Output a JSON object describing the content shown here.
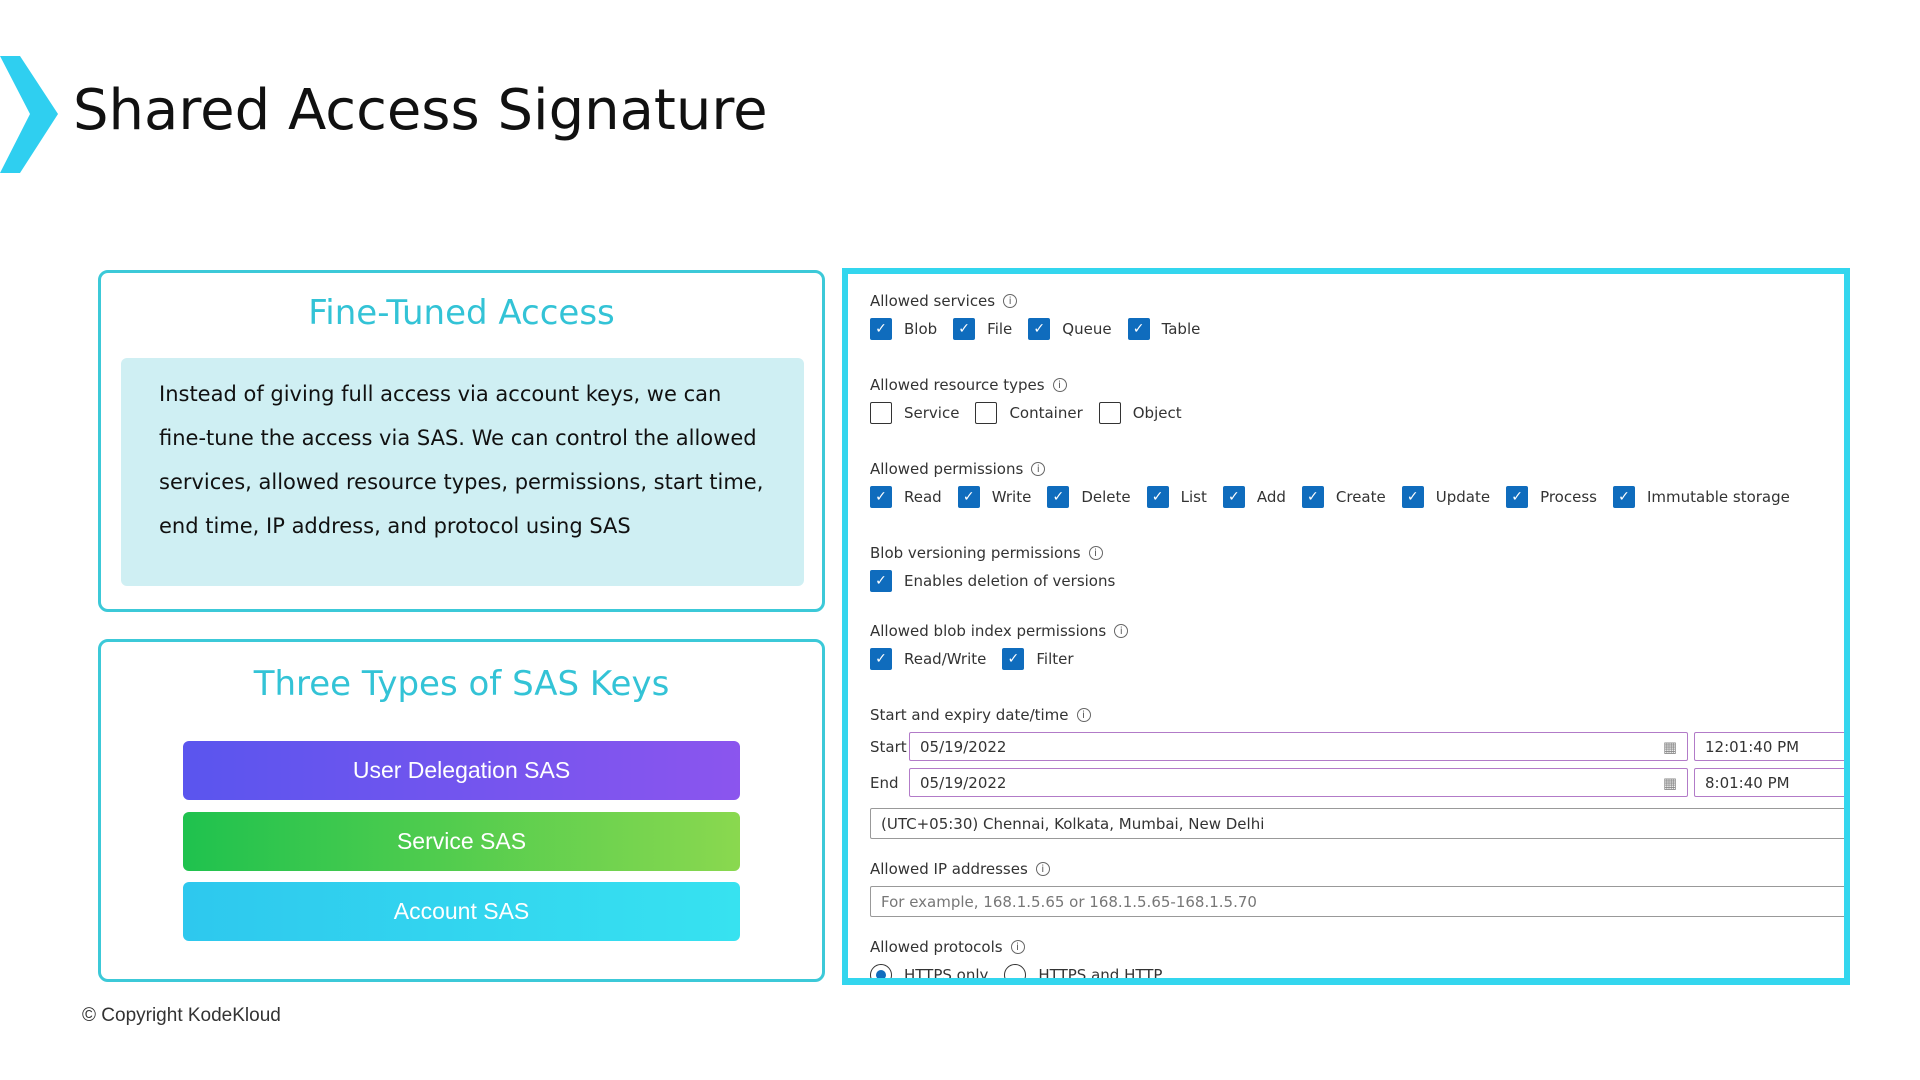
{
  "title": "Shared Access Signature",
  "colors": {
    "accent": "#33c3d6",
    "checkbox": "#0f6cbd"
  },
  "card1": {
    "heading": "Fine-Tuned Access",
    "body": "Instead of giving full access via account keys, we can fine-tune the access via SAS. We can control the allowed services, allowed resource types, permissions, start time, end time, IP address, and protocol using SAS"
  },
  "card2": {
    "heading": "Three Types of SAS Keys",
    "buttons": [
      "User Delegation SAS",
      "Service SAS",
      "Account SAS"
    ]
  },
  "copyright": "© Copyright KodeKloud",
  "form": {
    "services": {
      "label": "Allowed services",
      "options": [
        {
          "label": "Blob",
          "checked": true
        },
        {
          "label": "File",
          "checked": true
        },
        {
          "label": "Queue",
          "checked": true
        },
        {
          "label": "Table",
          "checked": true
        }
      ]
    },
    "resource_types": {
      "label": "Allowed resource types",
      "options": [
        {
          "label": "Service",
          "checked": false
        },
        {
          "label": "Container",
          "checked": false
        },
        {
          "label": "Object",
          "checked": false
        }
      ]
    },
    "permissions": {
      "label": "Allowed permissions",
      "options": [
        {
          "label": "Read",
          "checked": true
        },
        {
          "label": "Write",
          "checked": true
        },
        {
          "label": "Delete",
          "checked": true
        },
        {
          "label": "List",
          "checked": true
        },
        {
          "label": "Add",
          "checked": true
        },
        {
          "label": "Create",
          "checked": true
        },
        {
          "label": "Update",
          "checked": true
        },
        {
          "label": "Process",
          "checked": true
        },
        {
          "label": "Immutable storage",
          "checked": true
        }
      ]
    },
    "versioning": {
      "label": "Blob versioning permissions",
      "options": [
        {
          "label": "Enables deletion of versions",
          "checked": true
        }
      ]
    },
    "blob_index": {
      "label": "Allowed blob index permissions",
      "options": [
        {
          "label": "Read/Write",
          "checked": true
        },
        {
          "label": "Filter",
          "checked": true
        }
      ]
    },
    "datetime": {
      "label": "Start and expiry date/time",
      "start_label": "Start",
      "start_date": "05/19/2022",
      "start_time": "12:01:40 PM",
      "end_label": "End",
      "end_date": "05/19/2022",
      "end_time": "8:01:40 PM",
      "timezone": "(UTC+05:30) Chennai, Kolkata, Mumbai, New Delhi"
    },
    "ip": {
      "label": "Allowed IP addresses",
      "placeholder": "For example, 168.1.5.65 or 168.1.5.65-168.1.5.70"
    },
    "protocols": {
      "label": "Allowed protocols",
      "options": [
        {
          "label": "HTTPS only",
          "selected": true
        },
        {
          "label": "HTTPS and HTTP",
          "selected": false
        }
      ]
    }
  }
}
